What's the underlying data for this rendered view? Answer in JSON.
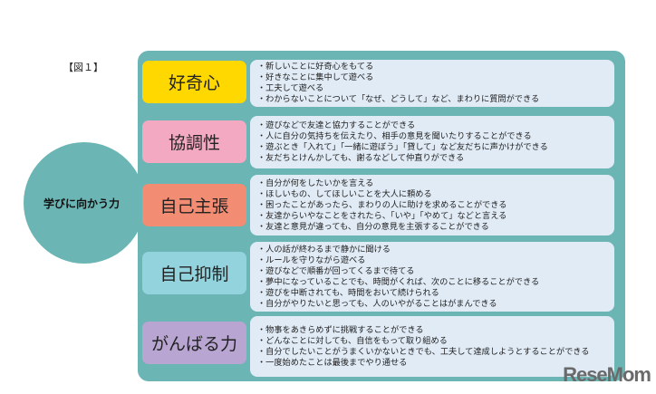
{
  "figure_label": "【図１】",
  "center": "学びに向かう力",
  "categories": [
    {
      "label": "好奇心",
      "color": "#ffd800",
      "items": [
        "・新しいことに好奇心をもてる",
        "・好きなことに集中して遊べる",
        "・工夫して遊べる",
        "・わからないことについて「なぜ、どうして」など、まわりに質問ができる"
      ]
    },
    {
      "label": "協調性",
      "color": "#f4a9c2",
      "items": [
        "・遊びなどで友達と協力することができる",
        "・人に自分の気持ちを伝えたり、相手の意見を聞いたりすることができる",
        "・遊ぶとき「入れて」「一緒に遊ぼう」「貸して」など友だちに声かけができる",
        "・友だちとけんかしても、謝るなどして仲直りができる"
      ]
    },
    {
      "label": "自己主張",
      "color": "#f28c72",
      "items": [
        "・自分が何をしたいかを言える",
        "・ほしいもの、してほしいことを大人に頼める",
        "・困ったことがあったら、まわりの人に助けを求めることができる",
        "・友達からいやなことをされたら、「いや」「やめて」などと言える",
        "・友達と意見が違っても、自分の意見を主張することができる"
      ]
    },
    {
      "label": "自己抑制",
      "color": "#93d3dd",
      "items": [
        "・人の話が終わるまで静かに聞ける",
        "・ルールを守りながら遊べる",
        "・遊びなどで順番が回ってくるまで待てる",
        "・夢中になっていることでも、時間がくれば、次のことに移ることができる",
        "・遊びを中断されても、時間をおいて続けられる",
        "・自分がやりたいと思っても、人のいやがることはがまんできる"
      ]
    },
    {
      "label": "がんばる力",
      "color": "#b8a5d2",
      "items": [
        "・物事をあきらめずに挑戦することができる",
        "・どんなことに対しても、自信をもって取り組める",
        "・自分でしたいことがうまくいかないときでも、工夫して達成しようとすることができる",
        "・一度始めたことは最後までやり通せる"
      ]
    }
  ],
  "watermark": "ReseMom"
}
